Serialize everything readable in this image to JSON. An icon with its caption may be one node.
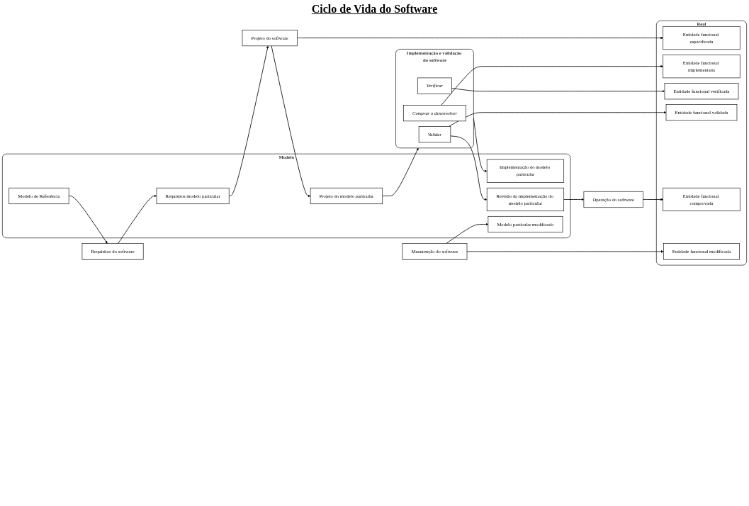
{
  "diagram": {
    "nodes": [
      {
        "text": [
          "Modelo"
        ]
      },
      {
        "text": [
          "Modelo de Referência"
        ],
        "in": 0
      },
      {
        "text": [
          "Requisitos modelo particular"
        ],
        "in": 0
      },
      {
        "text": [
          "Projeto do modelo particular"
        ],
        "in": 0
      },
      {
        "text": [
          "Implementação do modelo particular"
        ],
        "in": 0
      },
      {
        "text": [
          "Revisão da implemetnação do modelo particular"
        ],
        "in": 0
      },
      {
        "text": [
          "Modelo particular modificado"
        ],
        "in": 0
      },
      {
        "text": [
          "Requisitos do software"
        ]
      },
      {
        "text": [
          "Projeto do software"
        ]
      },
      {
        "text": [
          "Implementação e validação do software"
        ]
      },
      {
        "text": [
          "Comprar o desenvolver"
        ],
        "in": 9
      },
      {
        "text": [
          "Verificar"
        ],
        "in": 9
      },
      {
        "text": [
          "Validar"
        ],
        "in": 9
      },
      {
        "text": [
          "Operação do software"
        ]
      },
      {
        "text": [
          "Manutenção do software"
        ]
      },
      {
        "text": [
          "Real"
        ]
      },
      {
        "text": [
          "Entidade funcional especificada"
        ],
        "in": 15
      },
      {
        "text": [
          "Entidade funcional implementada"
        ],
        "in": 15
      },
      {
        "text": [
          "Entidade funcional verificada"
        ],
        "in": 15
      },
      {
        "text": [
          "Entidade funcional validada"
        ],
        "in": 15
      },
      {
        "text": [
          "Entidade funcional comprovada"
        ],
        "in": 15
      },
      {
        "text": [
          "Entidade funcional modificada"
        ],
        "in": 15
      }
    ],
    "edges": [
      {
        "from": 1,
        "to": 7,
        "arrow": "to"
      },
      {
        "from": 7,
        "to": 2,
        "arrow": "to"
      },
      {
        "from": 2,
        "to": 8,
        "arrow": "to"
      },
      {
        "from": 8,
        "to": 3,
        "arrow": "to"
      },
      {
        "from": 8,
        "to": 16,
        "arrow": "to"
      },
      {
        "from": 3,
        "to": 9,
        "arrow": "to"
      },
      {
        "from": 9,
        "to": 4,
        "arrow": "to"
      },
      {
        "from": 10,
        "to": 17,
        "arrow": "to"
      },
      {
        "from": 11,
        "to": 18,
        "arrow": "to"
      },
      {
        "from": 12,
        "to": 5,
        "arrow": "to"
      },
      {
        "from": 12,
        "to": 19,
        "arrow": "to"
      },
      {
        "from": 5,
        "to": 13,
        "arrow": "to"
      },
      {
        "from": 13,
        "to": 20,
        "arrow": "to"
      },
      {
        "from": 14,
        "to": 6,
        "arrow": "to"
      },
      {
        "from": 14,
        "to": 21,
        "arrow": "to"
      }
    ],
    "labels": [
      "Ciclo de Vida do Software"
    ]
  }
}
